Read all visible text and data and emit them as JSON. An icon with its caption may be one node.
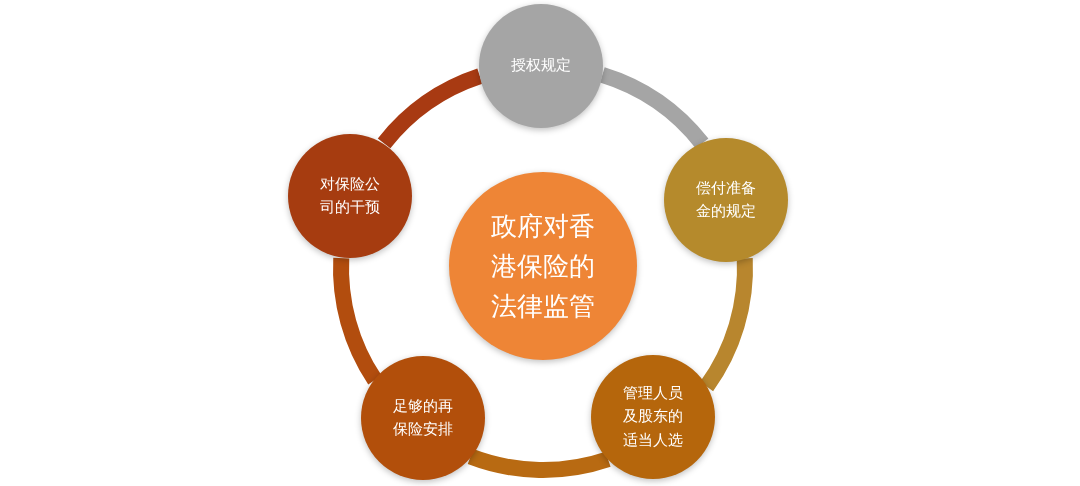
{
  "diagram": {
    "nodes": [
      {
        "text": [
          "政府对香港保险的法律监管"
        ]
      },
      {
        "text": [
          "授权规定"
        ]
      },
      {
        "text": [
          "偿付准备金的规定"
        ]
      },
      {
        "text": [
          "管理人员及股东的适当人选"
        ]
      },
      {
        "text": [
          "足够的再保险安排"
        ]
      },
      {
        "text": [
          "对保险公司的干预"
        ]
      }
    ],
    "edges": [
      {
        "from": 1,
        "to": 2,
        "arrow": "none",
        "color": "#a5a5a5"
      },
      {
        "from": 2,
        "to": 3,
        "arrow": "none",
        "color": "#b8862e"
      },
      {
        "from": 3,
        "to": 4,
        "arrow": "none",
        "color": "#b86a12"
      },
      {
        "from": 4,
        "to": 5,
        "arrow": "none",
        "color": "#b24d0e"
      },
      {
        "from": 5,
        "to": 1,
        "arrow": "none",
        "color": "#a83a12"
      }
    ]
  }
}
